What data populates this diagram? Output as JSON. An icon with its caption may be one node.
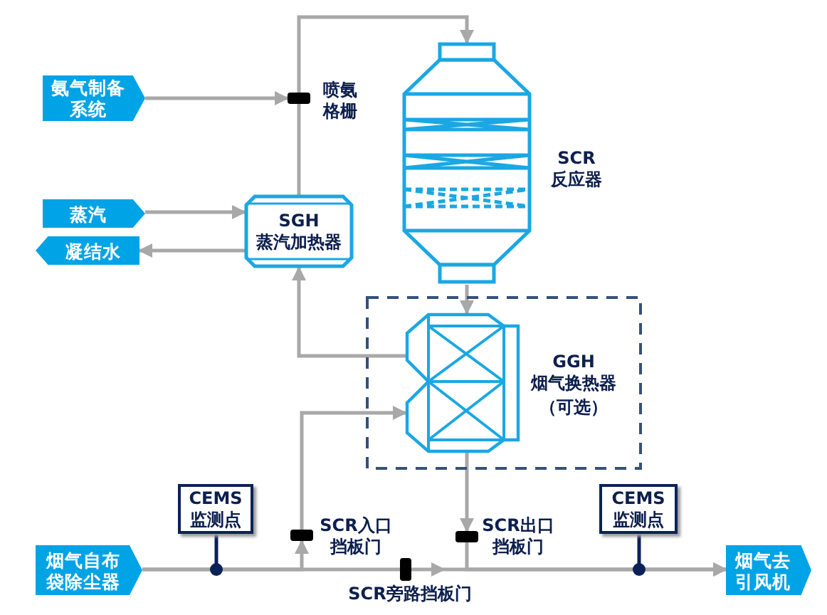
{
  "diagram": {
    "nodes": [
      {
        "text": [
          "氨气制备系统"
        ]
      },
      {
        "text": [
          "蒸汽"
        ]
      },
      {
        "text": [
          "凝结水"
        ]
      },
      {
        "text": [
          "SGH 蒸汽加热器"
        ]
      },
      {
        "text": [],
        "shape": "bar",
        "beside": [
          "喷氨格栅"
        ]
      },
      {
        "text": [],
        "shape": "vessel",
        "beside": [
          "SCR 反应器"
        ]
      },
      {
        "text": [],
        "shape": "box"
      },
      {
        "text": [],
        "shape": "exchanger",
        "in": 6,
        "beside": [
          "GGH 烟气换热器",
          "（可选）"
        ]
      },
      {
        "text": [
          "CEMS 监测点"
        ]
      },
      {
        "text": [],
        "shape": "bar",
        "beside": [
          "SCR入口挡板门"
        ]
      },
      {
        "text": [],
        "shape": "bar",
        "beside": [
          "SCR旁路挡板门"
        ]
      },
      {
        "text": [],
        "shape": "bar",
        "beside": [
          "SCR出口挡板门"
        ]
      },
      {
        "text": [
          "CEMS 监测点"
        ]
      },
      {
        "text": [
          "烟气自布袋除尘器"
        ]
      },
      {
        "text": [
          "烟气去引风机"
        ]
      }
    ],
    "edges": [
      {
        "from": 13,
        "to": 10,
        "arrow": "none"
      },
      {
        "from": 10,
        "to": 14,
        "arrow": "to"
      },
      {
        "from": 13,
        "to": 9,
        "arrow": "to"
      },
      {
        "from": 9,
        "to": 7,
        "arrow": "to"
      },
      {
        "from": 7,
        "to": 11,
        "arrow": "to"
      },
      {
        "from": 11,
        "to": 14,
        "arrow": "to"
      },
      {
        "from": 7,
        "to": 3,
        "arrow": "to"
      },
      {
        "from": 3,
        "to": 4,
        "arrow": "none"
      },
      {
        "from": 4,
        "to": 5,
        "arrow": "to"
      },
      {
        "from": 0,
        "to": 4,
        "arrow": "to"
      },
      {
        "from": 1,
        "to": 3,
        "arrow": "to"
      },
      {
        "from": 3,
        "to": 2,
        "arrow": "to"
      },
      {
        "from": 5,
        "to": 7,
        "arrow": "to"
      },
      {
        "from": 8,
        "to": null,
        "arrow": "other",
        "color": "#0b2257"
      },
      {
        "from": 12,
        "to": null,
        "arrow": "other",
        "color": "#0b2257"
      }
    ]
  }
}
